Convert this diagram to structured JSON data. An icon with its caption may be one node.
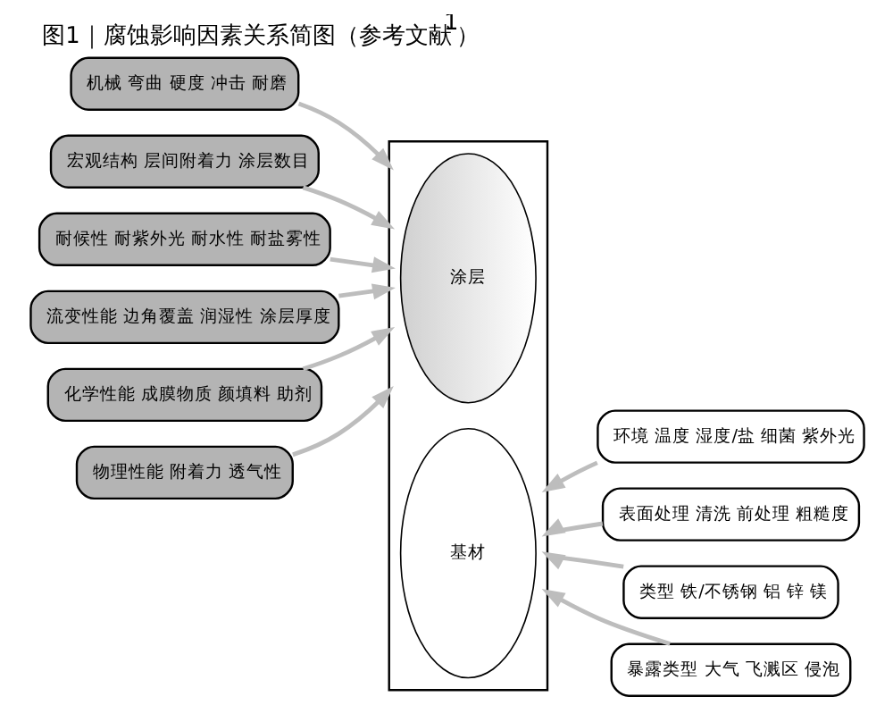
{
  "diagram": {
    "title": "图1｜腐蚀影响因素关系简图（参考文献$^{1}$）",
    "nodes": [
      {
        "text": [],
        "shape": "box"
      },
      {
        "text": [
          "涂层"
        ],
        "in": 0
      },
      {
        "text": [
          "基材"
        ],
        "in": 0
      },
      {
        "text": [
          "机械 弯曲 硬度 冲击 耐磨"
        ]
      },
      {
        "text": [
          "宏观结构 层间附着力 涂层数目"
        ]
      },
      {
        "text": [
          "环境 温度 湿度/盐 细菌 紫外光"
        ]
      },
      {
        "text": [
          "耐候性 耐紫外光 耐水性 耐盐雾性"
        ]
      },
      {
        "text": [
          "表面处理 清洗 前处理 粗糙度"
        ]
      },
      {
        "text": [
          "流变性能 边角覆盖 润湿性 涂层厚度"
        ]
      },
      {
        "text": [
          "类型 铁/不锈钢 铝 锌 镁"
        ]
      },
      {
        "text": [
          "化学性能 成膜物质 颜填料 助剂"
        ]
      },
      {
        "text": [
          "暴露类型 大气 飞溅区 侵泡"
        ]
      },
      {
        "text": [
          "物理性能 附着力 透气性"
        ]
      }
    ],
    "edges": [
      {
        "from": 3,
        "to": 0,
        "arrow": "to"
      },
      {
        "from": 4,
        "to": 0,
        "arrow": "to"
      },
      {
        "from": 5,
        "to": 0,
        "arrow": "to"
      },
      {
        "from": 6,
        "to": 0,
        "arrow": "to"
      },
      {
        "from": 7,
        "to": 0,
        "arrow": "to"
      },
      {
        "from": 8,
        "to": 0,
        "arrow": "to"
      },
      {
        "from": 9,
        "to": 0,
        "arrow": "to"
      },
      {
        "from": 10,
        "to": 0,
        "arrow": "to"
      },
      {
        "from": 11,
        "to": 0,
        "arrow": "to"
      },
      {
        "from": 12,
        "to": 0,
        "arrow": "to"
      }
    ]
  }
}
